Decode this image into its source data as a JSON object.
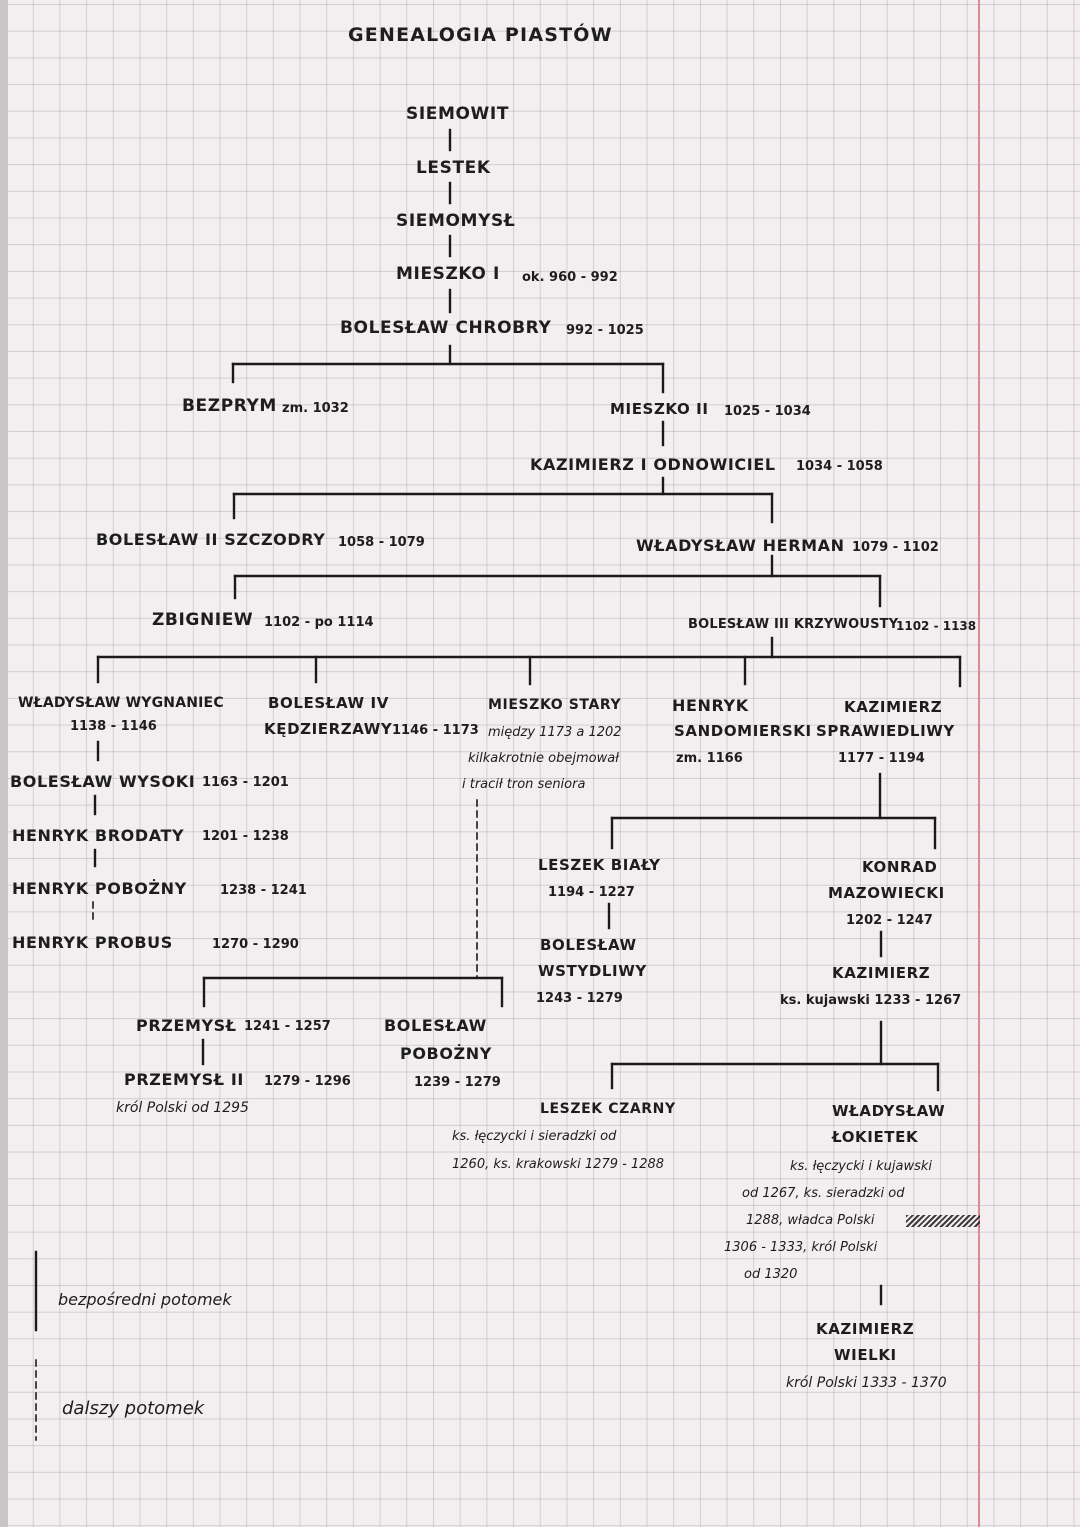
{
  "title": "GENEALOGIA PIASTÓW",
  "people": {
    "siemowit": "SIEMOWIT",
    "lestek": "LESTEK",
    "siemomysl": "SIEMOMYSŁ",
    "mieszko1": "MIESZKO I",
    "mieszko1_dates": "ok. 960 - 992",
    "boleslaw_chrobry": "BOLESŁAW CHROBRY",
    "boleslaw_chrobry_dates": "992 - 1025",
    "bezprym": "BEZPRYM",
    "bezprym_dates": "zm. 1032",
    "mieszko2": "MIESZKO II",
    "mieszko2_dates": "1025 - 1034",
    "kazimierz_odnowiciel": "KAZIMIERZ I ODNOWICIEL",
    "kazimierz_odnowiciel_dates": "1034 - 1058",
    "boleslaw_szczodry": "BOLESŁAW II SZCZODRY",
    "boleslaw_szczodry_dates": "1058 - 1079",
    "wladyslaw_herman": "WŁADYSŁAW HERMAN",
    "wladyslaw_herman_dates": "1079 - 1102",
    "zbigniew": "ZBIGNIEW",
    "zbigniew_dates": "1102 - po 1114",
    "krzywousty": "BOLESŁAW III KRZYWOUSTY",
    "krzywousty_dates": "1102 - 1138",
    "wygnaniec": "WŁADYSŁAW WYGNANIEC",
    "wygnaniec_dates": "1138 - 1146",
    "kedzierzawy_1": "BOLESŁAW IV",
    "kedzierzawy_2": "KĘDZIERZAWY",
    "kedzierzawy_dates": "1146 - 1173",
    "mieszko_stary": "MIESZKO STARY",
    "mieszko_stary_note_1": "między 1173 a 1202",
    "mieszko_stary_note_2": "kilkakrotnie obejmował",
    "mieszko_stary_note_3": "i tracił tron seniora",
    "henryk_sandomierski_1": "HENRYK",
    "henryk_sandomierski_2": "SANDOMIERSKI",
    "henryk_sandomierski_dates": "zm. 1166",
    "kazimierz_sprawiedliwy_1": "KAZIMIERZ",
    "kazimierz_sprawiedliwy_2": "SPRAWIEDLIWY",
    "kazimierz_sprawiedliwy_dates": "1177 - 1194",
    "boleslaw_wysoki": "BOLESŁAW WYSOKI",
    "boleslaw_wysoki_dates": "1163 - 1201",
    "henryk_brodaty": "HENRYK BRODATY",
    "henryk_brodaty_dates": "1201 - 1238",
    "henryk_pobozny": "HENRYK POBOŻNY",
    "henryk_pobozny_dates": "1238 - 1241",
    "henryk_probus": "HENRYK PROBUS",
    "henryk_probus_dates": "1270 - 1290",
    "leszek_bialy": "LESZEK BIAŁY",
    "leszek_bialy_dates": "1194 - 1227",
    "boleslaw_wstydliwy_1": "BOLESŁAW",
    "boleslaw_wstydliwy_2": "WSTYDLIWY",
    "boleslaw_wstydliwy_dates": "1243 - 1279",
    "konrad_1": "KONRAD",
    "konrad_2": "MAZOWIECKI",
    "konrad_dates": "1202 - 1247",
    "kazimierz_kujawski": "KAZIMIERZ",
    "kazimierz_kujawski_note": "ks. kujawski 1233 - 1267",
    "przemysl1": "PRZEMYSŁ",
    "przemysl1_dates": "1241 - 1257",
    "boleslaw_pobozny_1": "BOLESŁAW",
    "boleslaw_pobozny_2": "POBOŻNY",
    "boleslaw_pobozny_dates": "1239 - 1279",
    "przemysl2": "PRZEMYSŁ II",
    "przemysl2_dates": "1279 - 1296",
    "przemysl2_note": "król Polski od 1295",
    "leszek_czarny": "LESZEK CZARNY",
    "leszek_czarny_note_1": "ks. łęczycki i sieradzki od",
    "leszek_czarny_note_2": "1260, ks. krakowski 1279 - 1288",
    "lokietek_1": "WŁADYSŁAW",
    "lokietek_2": "ŁOKIETEK",
    "lokietek_note_1": "ks. łęczycki i kujawski",
    "lokietek_note_2": "od 1267, ks. sieradzki od",
    "lokietek_note_3": "1288, władca Polski",
    "lokietek_note_4": "1306 - 1333, król Polski",
    "lokietek_note_5": "od 1320",
    "kazimierz_wielki_1": "KAZIMIERZ",
    "kazimierz_wielki_2": "WIELKI",
    "kazimierz_wielki_note": "król Polski 1333 - 1370"
  },
  "legend": {
    "direct": "bezpośredni potomek",
    "further": "dalszy potomek"
  },
  "colors": {
    "paper": "#f3eef0",
    "grid": "#8a8a9c",
    "ink": "#1d1d1d",
    "margin_line": "#d98a94"
  }
}
